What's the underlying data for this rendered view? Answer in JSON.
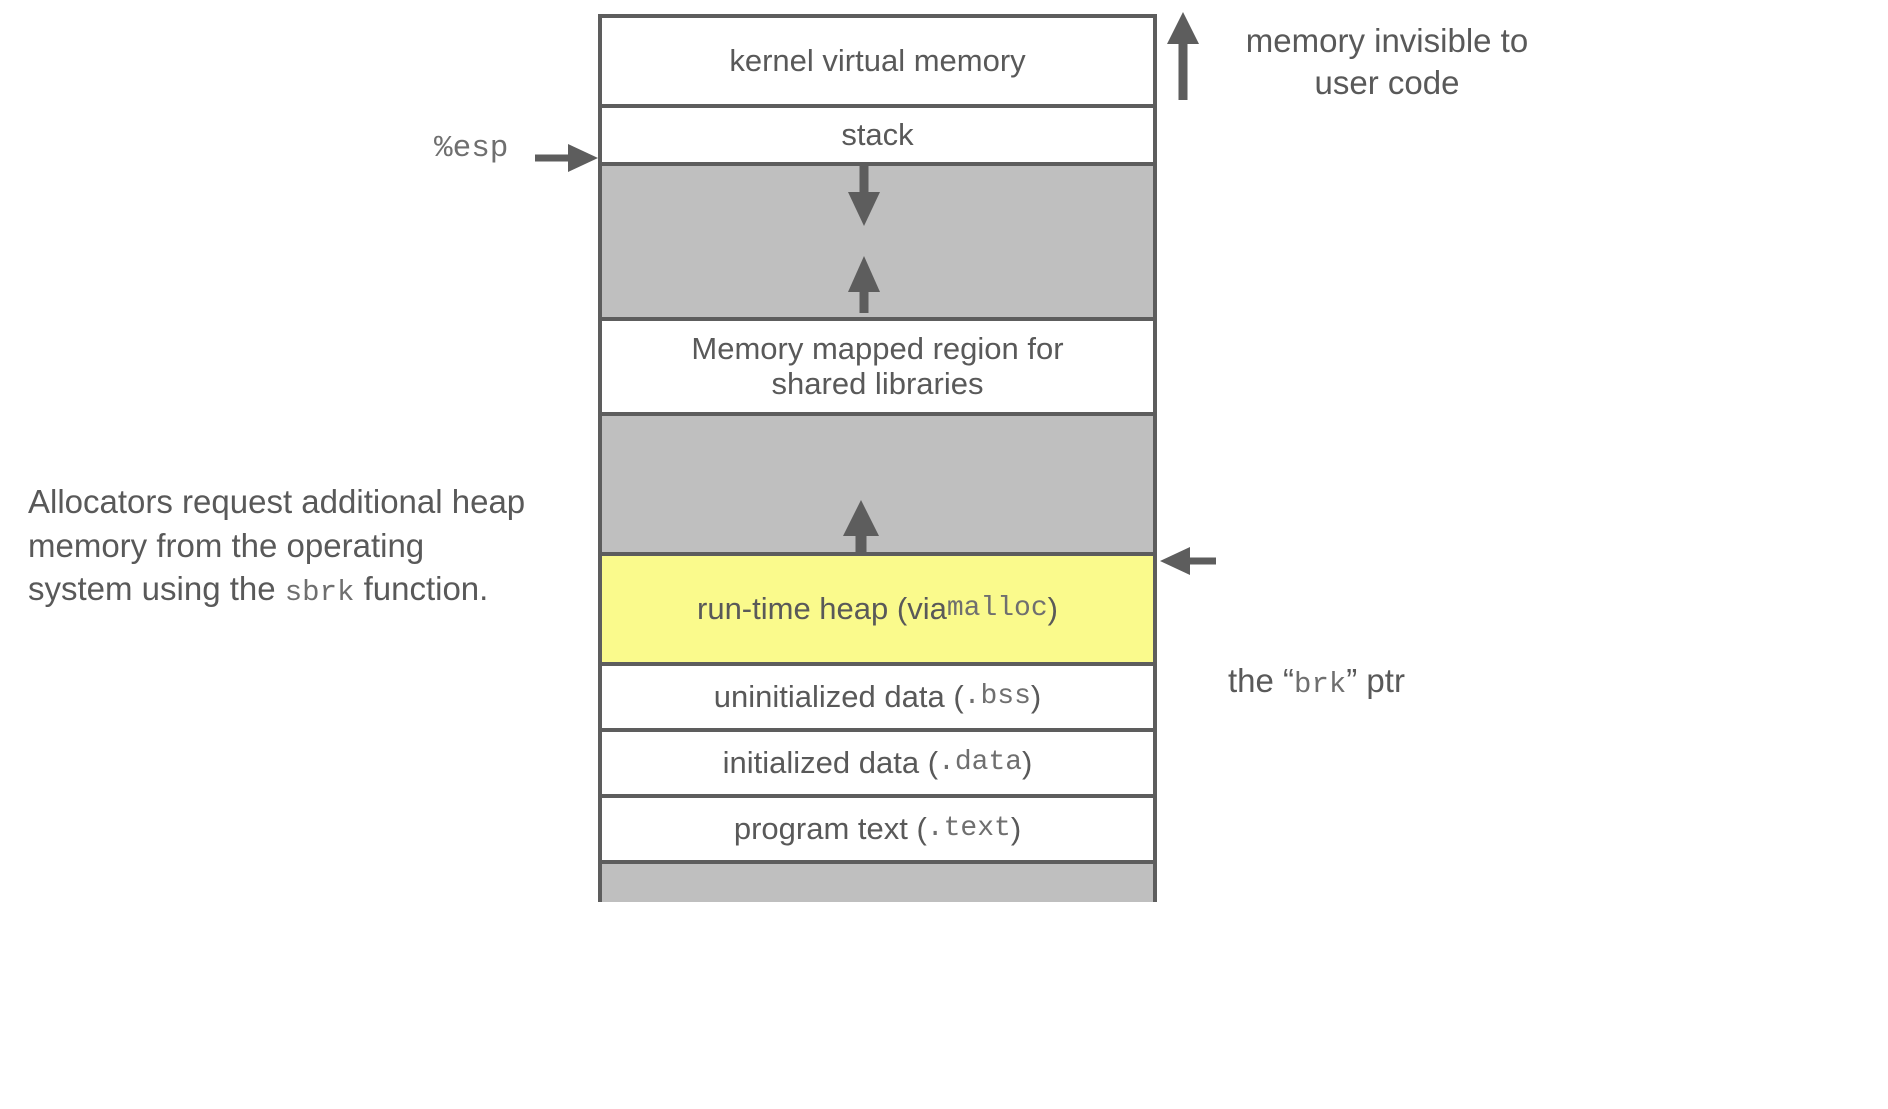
{
  "diagram": {
    "title": "Linux process virtual memory layout with heap and sbrk",
    "colors": {
      "border": "#5d5d5d",
      "gray_fill": "#bfbfbf",
      "yellow_fill": "#fafa8c",
      "text": "#595959",
      "mono_text": "#6f6f6f",
      "background": "#ffffff"
    },
    "regions": [
      {
        "id": "kernel",
        "label": "kernel virtual memory",
        "code": "",
        "suffix": "",
        "fill": "white",
        "height": 90
      },
      {
        "id": "stack",
        "label": "stack",
        "code": "",
        "suffix": "",
        "fill": "white",
        "height": 58
      },
      {
        "id": "gap1",
        "label": "",
        "code": "",
        "suffix": "",
        "fill": "gray",
        "height": 155
      },
      {
        "id": "mmap",
        "label": "Memory mapped region for shared libraries",
        "code": "",
        "suffix": "",
        "fill": "white",
        "height": 95
      },
      {
        "id": "gap2",
        "label": "",
        "code": "",
        "suffix": "",
        "fill": "gray",
        "height": 140
      },
      {
        "id": "heap",
        "label": "run-time heap (via ",
        "code": "malloc",
        "suffix": ")",
        "fill": "yellow",
        "height": 110
      },
      {
        "id": "bss",
        "label": "uninitialized data (",
        "code": ".bss",
        "suffix": ")",
        "fill": "white",
        "height": 66
      },
      {
        "id": "data",
        "label": "initialized data (",
        "code": ".data",
        "suffix": ")",
        "fill": "white",
        "height": 66
      },
      {
        "id": "text",
        "label": "program text (",
        "code": ".text",
        "suffix": ")",
        "fill": "white",
        "height": 66
      },
      {
        "id": "bottom",
        "label": "",
        "code": "",
        "suffix": "",
        "fill": "gray",
        "height": 42
      }
    ],
    "labels": {
      "esp_pointer": "%esp",
      "invisible_note_line1": "memory invisible to",
      "invisible_note_line2": "user code",
      "brk_prefix": "the “",
      "brk_code": "brk",
      "brk_suffix": "” ptr",
      "allocator_note_part1": "Allocators request additional heap memory from the operating system using the ",
      "allocator_note_code": "sbrk",
      "allocator_note_part2": " function."
    },
    "arrows": [
      {
        "name": "invisible-up-arrow",
        "direction": "up",
        "description": "arrow beside kernel virtual memory pointing up"
      },
      {
        "name": "esp-right-arrow",
        "direction": "right",
        "description": "arrow from %esp label to stack bottom edge"
      },
      {
        "name": "stack-grow-down-arrow",
        "direction": "down",
        "description": "stack grows downward"
      },
      {
        "name": "mmap-grow-up-arrow",
        "direction": "up",
        "description": "mapped region grows upward"
      },
      {
        "name": "heap-grow-up-arrow",
        "direction": "up",
        "description": "heap grows upward toward brk"
      },
      {
        "name": "brk-left-arrow",
        "direction": "left",
        "description": "arrow pointing from brk label to heap top edge"
      }
    ]
  }
}
